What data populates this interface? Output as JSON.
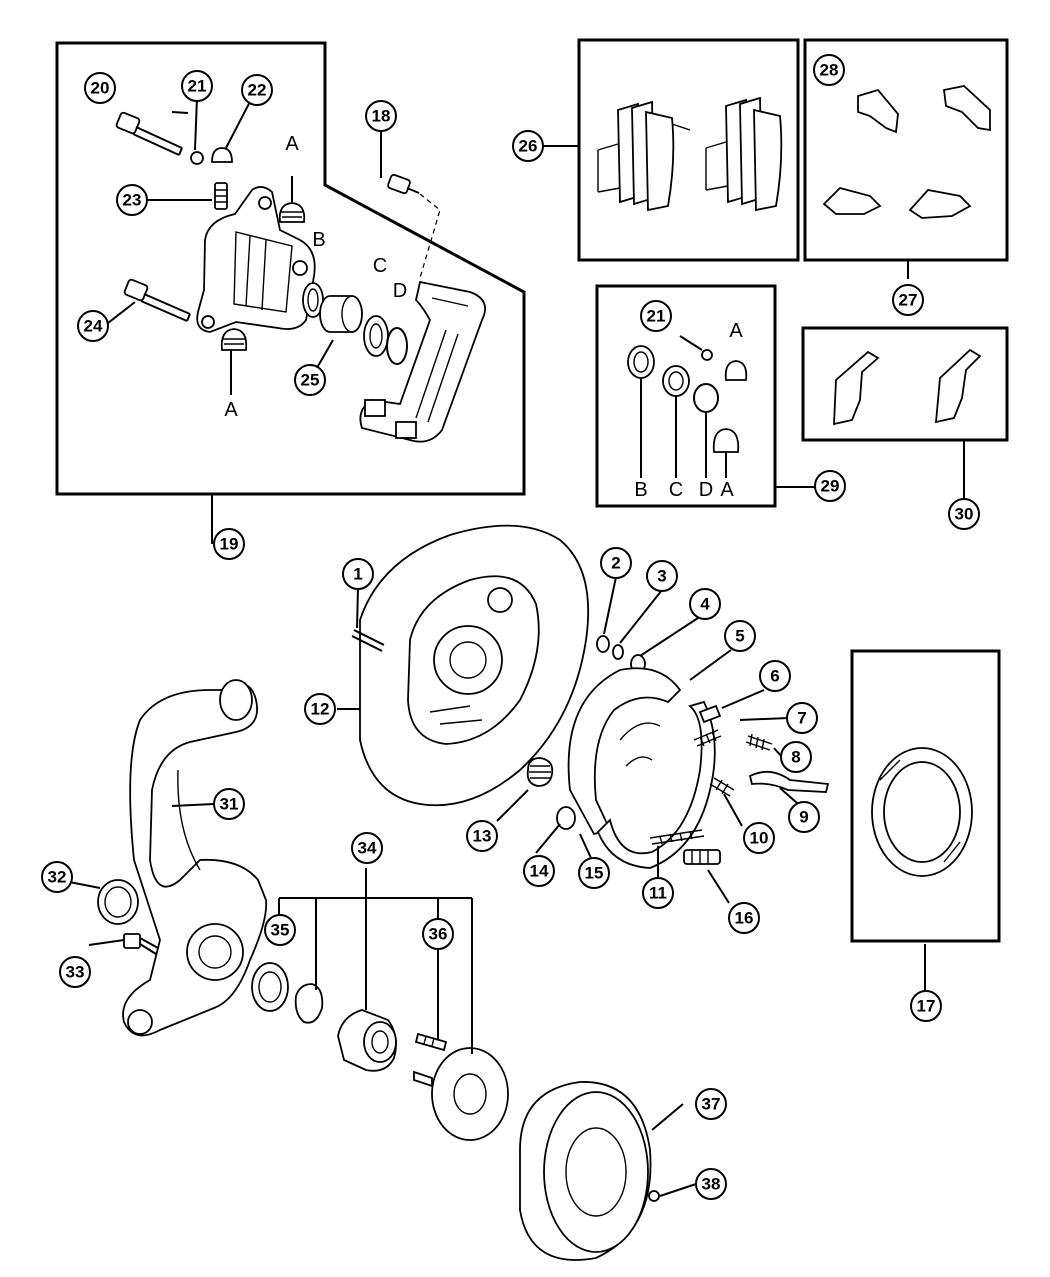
{
  "callouts": {
    "c1": "1",
    "c2": "2",
    "c3": "3",
    "c4": "4",
    "c5": "5",
    "c6": "6",
    "c7": "7",
    "c8": "8",
    "c9": "9",
    "c10": "10",
    "c11": "11",
    "c12": "12",
    "c13": "13",
    "c14": "14",
    "c15": "15",
    "c16": "16",
    "c17": "17",
    "c18": "18",
    "c19": "19",
    "c20": "20",
    "c21a": "21",
    "c21b": "21",
    "c22": "22",
    "c23": "23",
    "c24": "24",
    "c25": "25",
    "c26": "26",
    "c27": "27",
    "c28": "28",
    "c29": "29",
    "c30": "30",
    "c31": "31",
    "c32": "32",
    "c33": "33",
    "c34": "34",
    "c35": "35",
    "c36": "36",
    "c37": "37",
    "c38": "38"
  },
  "letters": {
    "a_top": "A",
    "a_bottom": "A",
    "b_main": "B",
    "c_main": "C",
    "d_main": "D",
    "a_kit_top": "A",
    "b_kit": "B",
    "c_kit": "C",
    "d_kit": "D",
    "a_kit_bottom": "A"
  }
}
